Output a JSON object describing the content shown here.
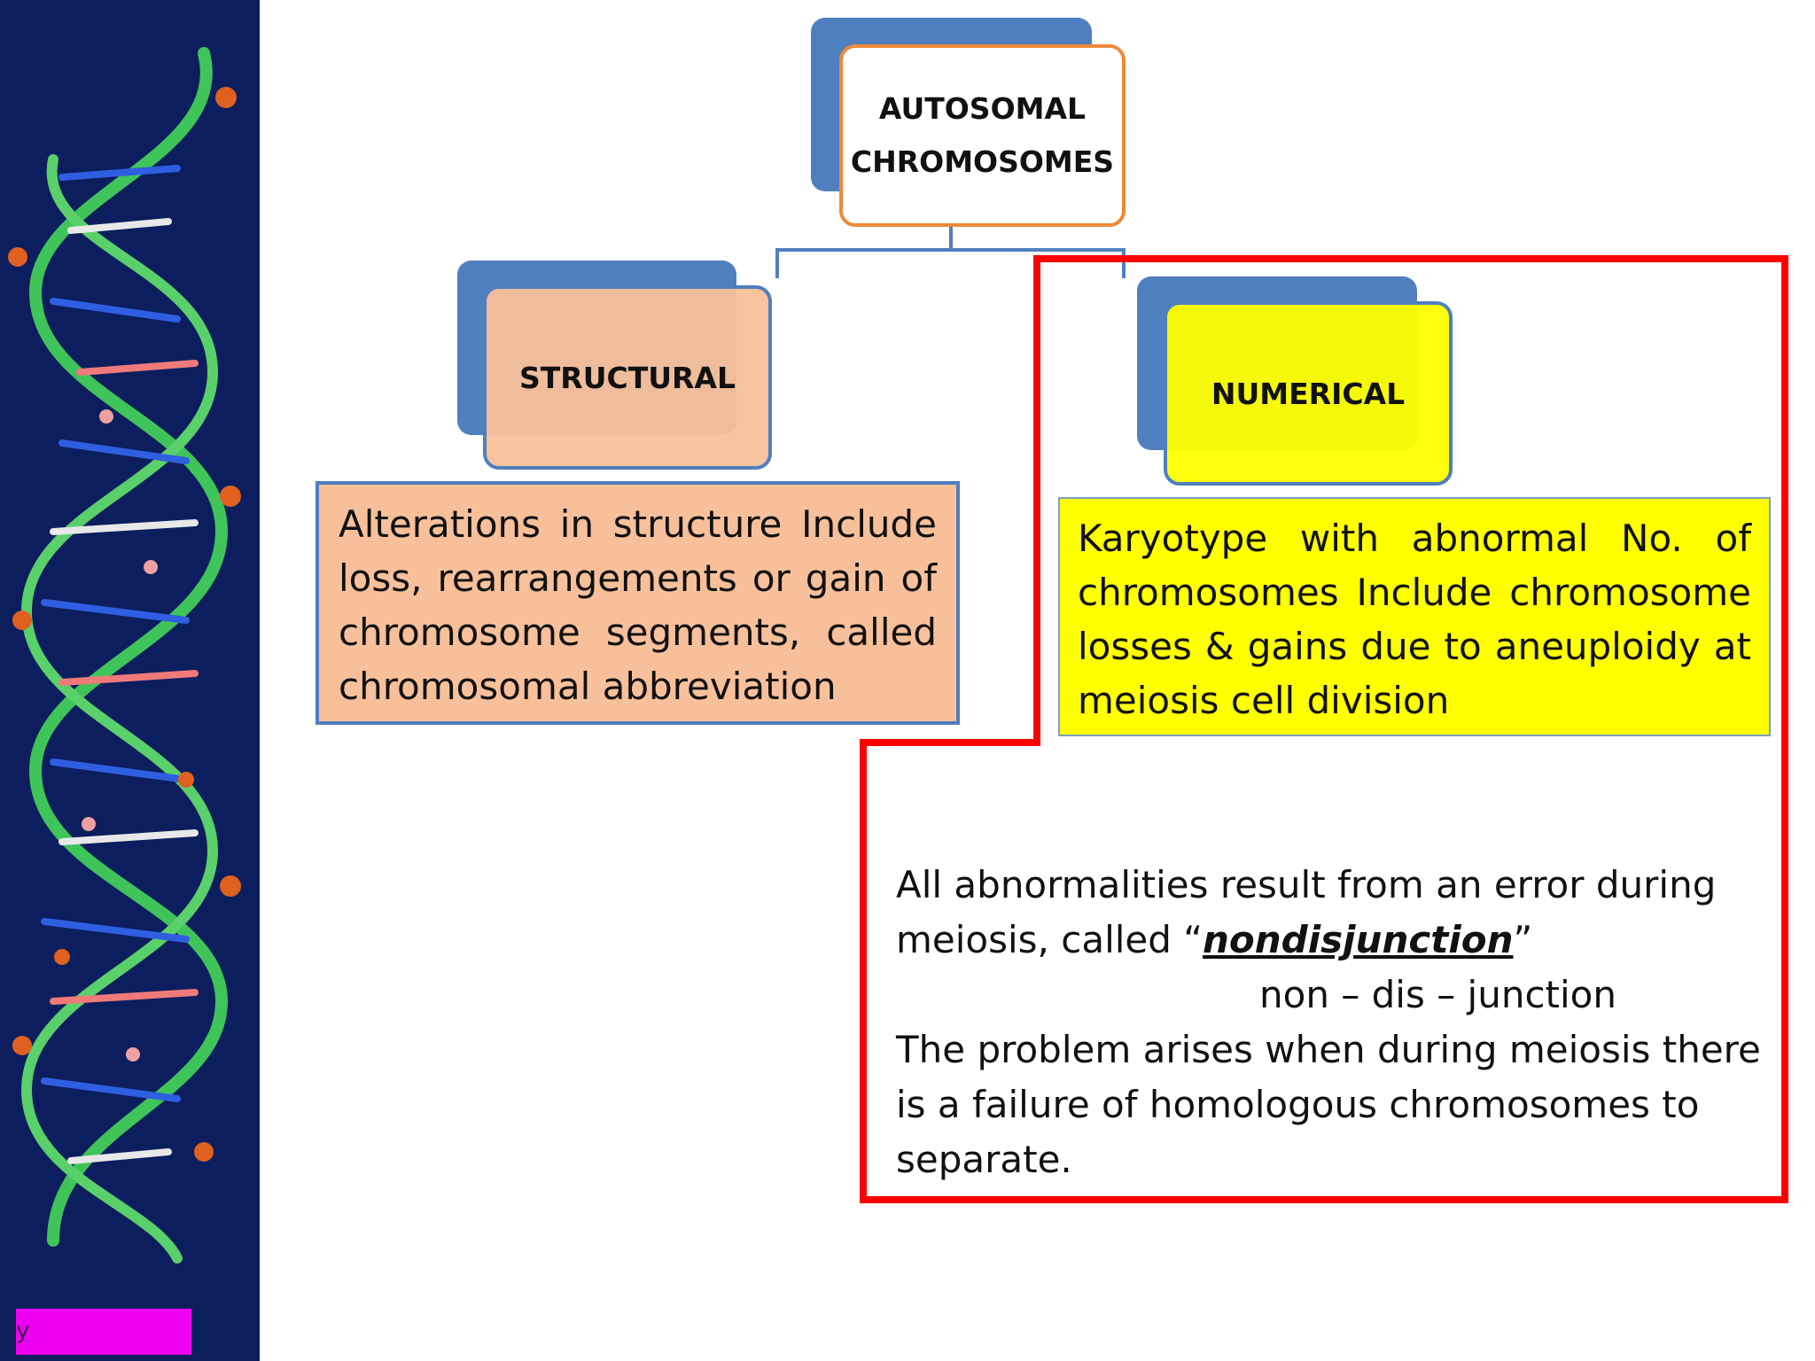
{
  "diagram": {
    "root": {
      "line1": "AUTOSOMAL",
      "line2": "CHROMOSOMES"
    },
    "structural": {
      "label": "STRUCTURAL",
      "description": "Alterations in structure Include loss, rearrangements or gain of chromosome segments, called chromosomal abbreviation"
    },
    "numerical": {
      "label": "NUMERICAL",
      "description": "Karyotype with abnormal No. of chromosomes Include chromosome losses & gains due to aneuploidy at meiosis cell division"
    },
    "callout": {
      "line1": "All abnormalities result from an error during",
      "line2_prefix": "meiosis, called “",
      "term": "nondisjunction",
      "line2_suffix": "”",
      "pronunciation": "non – dis – junction",
      "line4": "The problem arises when during meiosis there",
      "line5": "is a failure of homologous chromosomes to",
      "line6": "separate."
    }
  },
  "sidebar": {
    "tag_text": "y"
  },
  "colors": {
    "sidebar_bg": "#0c1e5e",
    "node_blue": "#4f7fbf",
    "root_border": "#ed8a3a",
    "structural_fill": "#f8c09a",
    "numerical_fill": "#ffff00",
    "callout_red": "#ff0000",
    "tag_magenta": "#f000f0"
  }
}
